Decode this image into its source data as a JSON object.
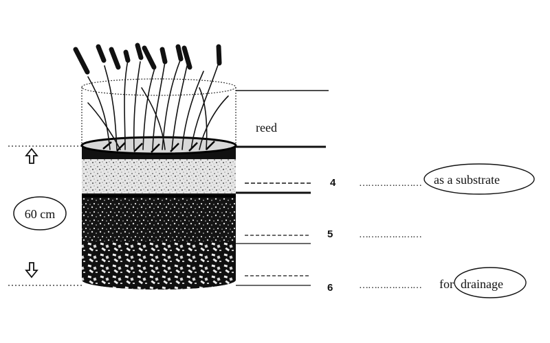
{
  "labels": {
    "reed": "reed",
    "height": "60 cm",
    "substrate": "as a substrate",
    "drainage_prefix": "for",
    "drainage_word": "drainage"
  },
  "questions": [
    {
      "number": "4",
      "blank": "…………………"
    },
    {
      "number": "5",
      "blank": "…………………"
    },
    {
      "number": "6",
      "blank": "…………………"
    }
  ],
  "icons": {
    "up": "up-arrow-icon",
    "down": "down-arrow-icon"
  }
}
